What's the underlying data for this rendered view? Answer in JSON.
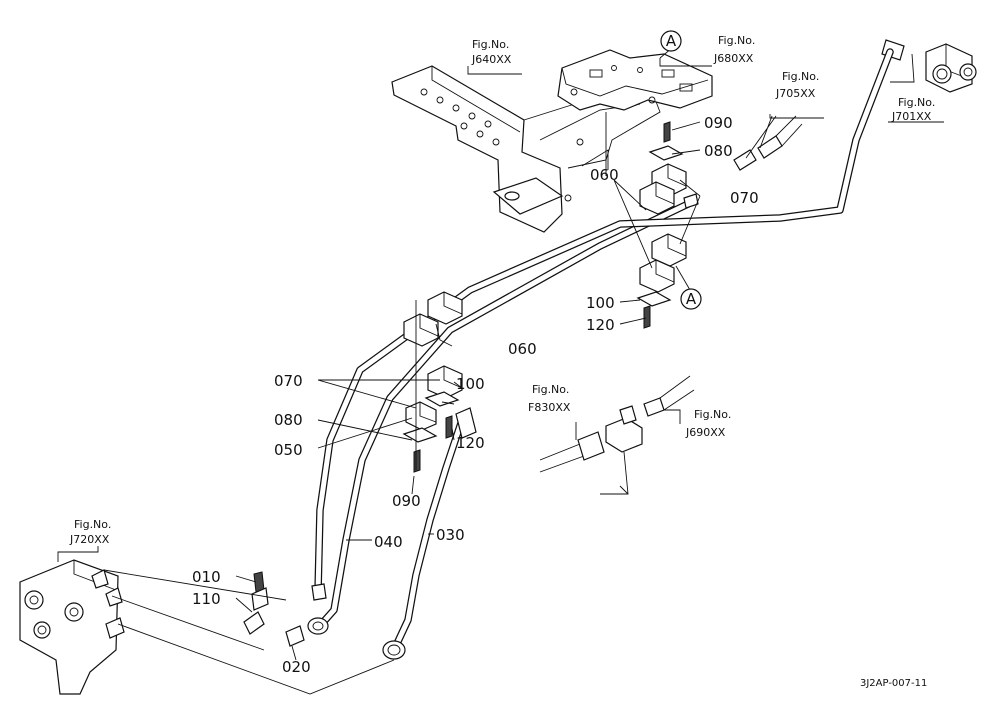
{
  "diagram": {
    "figure_code": "3J2AP-007-11",
    "fig_refs": {
      "j640": {
        "line1": "Fig.No.",
        "line2": "J640XX"
      },
      "j680": {
        "line1": "Fig.No.",
        "line2": "J680XX"
      },
      "j705": {
        "line1": "Fig.No.",
        "line2": "J705XX"
      },
      "j701": {
        "line1": "Fig.No.",
        "line2": "J701XX"
      },
      "f830": {
        "line1": "Fig.No.",
        "line2": "F830XX"
      },
      "j690": {
        "line1": "Fig.No.",
        "line2": "J690XX"
      },
      "j720": {
        "line1": "Fig.No.",
        "line2": "J720XX"
      }
    },
    "marker": "A",
    "parts": {
      "p010": "010",
      "p020": "020",
      "p030": "030",
      "p040": "040",
      "p050": "050",
      "p060": "060",
      "p070": "070",
      "p080": "080",
      "p090": "090",
      "p100": "100",
      "p110": "110",
      "p120": "120"
    }
  }
}
